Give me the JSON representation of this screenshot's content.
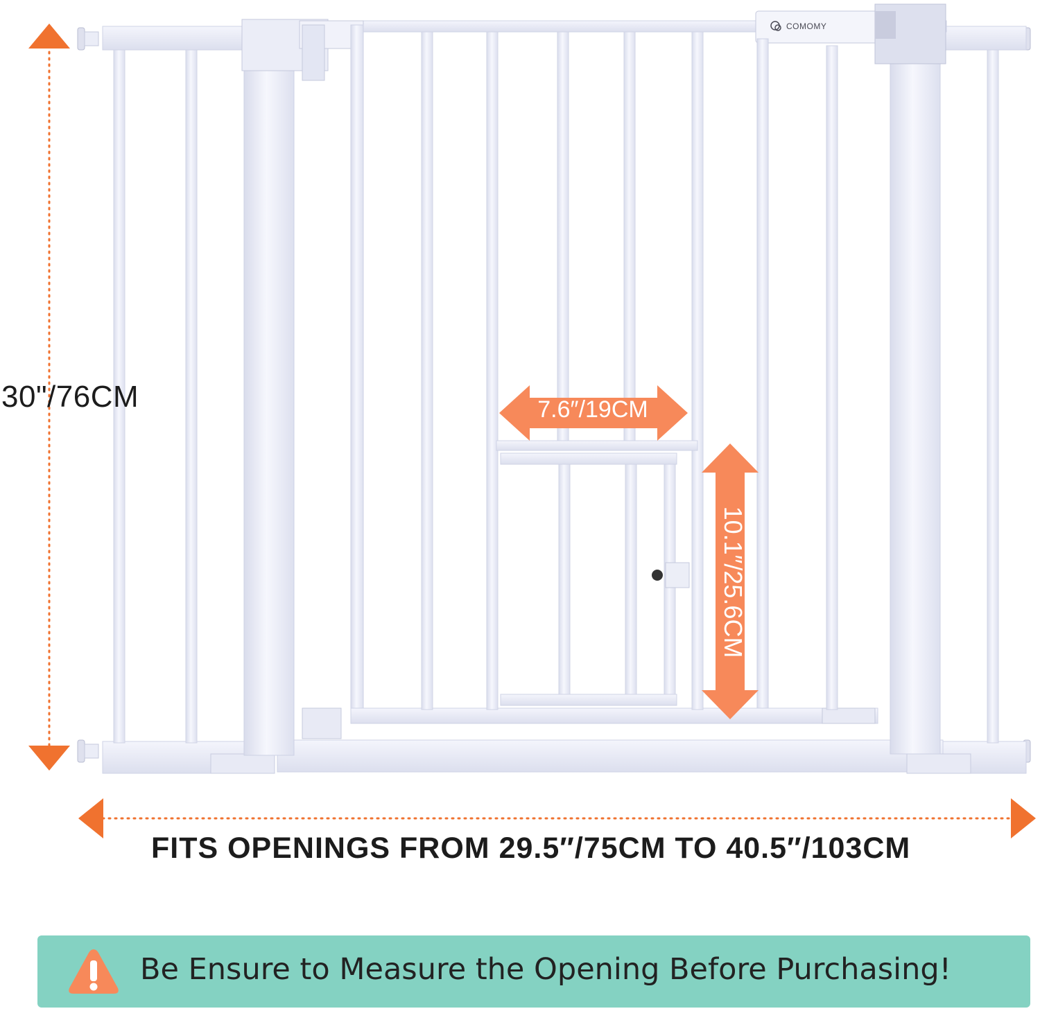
{
  "brand": {
    "name": "COMOMY",
    "logo_icon": "comomy-logo-icon"
  },
  "dimensions": {
    "height": "30\"/76CM",
    "width_range": "FITS OPENINGS FROM 29.5″/75CM TO 40.5″/103CM",
    "door_width": "7.6″/19CM",
    "door_height": "10.1″/25.6CM"
  },
  "warning": {
    "icon": "warning-triangle-icon",
    "text": "Be Ensure to Measure the Opening Before Purchasing!"
  },
  "colors": {
    "accent_orange": "#f7895a",
    "dotted_orange": "#f0722f",
    "gate_white": "#eef0f9",
    "gate_edge": "#cfd3e6",
    "banner_teal": "#84d2c2",
    "text_dark": "#1c1c1c"
  }
}
